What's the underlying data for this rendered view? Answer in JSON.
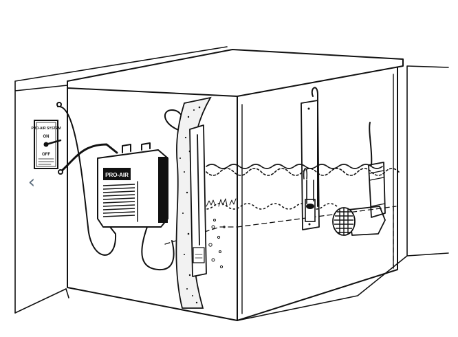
{
  "switch_panel": {
    "top_label": "PRO-AIR SYSTEM",
    "on_label": "ON",
    "off_label": "OFF"
  },
  "pump": {
    "brand_label": "PRO-AIR"
  },
  "nav": {
    "prev_glyph": "‹",
    "icon": "chevron-left-icon"
  },
  "colors": {
    "ink": "#111111",
    "nav": "#5a6b7b"
  }
}
